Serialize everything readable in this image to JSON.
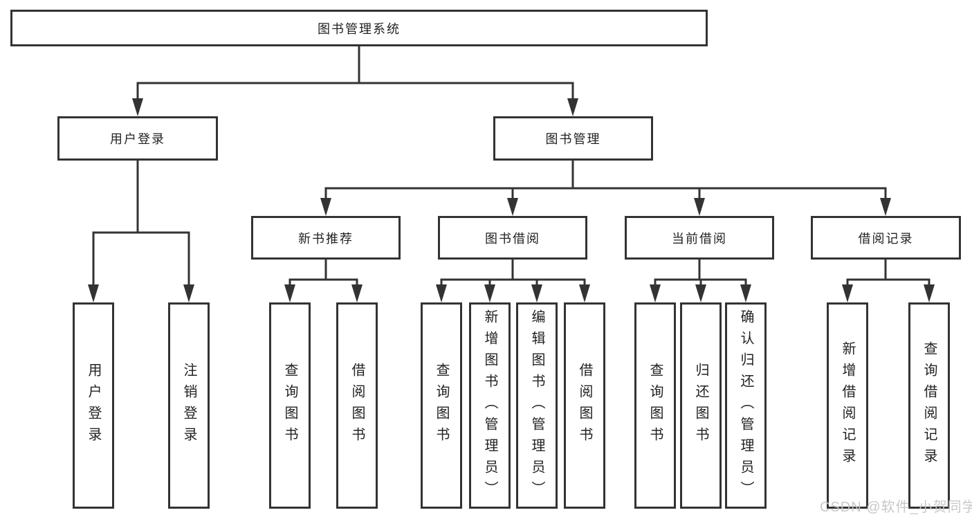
{
  "tree": {
    "label": "图书管理系统",
    "children": [
      {
        "label": "用户登录",
        "children": [
          {
            "label": "用户登录"
          },
          {
            "label": "注销登录"
          }
        ]
      },
      {
        "label": "图书管理",
        "children": [
          {
            "label": "新书推荐",
            "children": [
              {
                "label": "查询图书"
              },
              {
                "label": "借阅图书"
              }
            ]
          },
          {
            "label": "图书借阅",
            "children": [
              {
                "label": "查询图书"
              },
              {
                "label": "新增图书（管理员）"
              },
              {
                "label": "编辑图书（管理员）"
              },
              {
                "label": "借阅图书"
              }
            ]
          },
          {
            "label": "当前借阅",
            "children": [
              {
                "label": "查询图书"
              },
              {
                "label": "归还图书"
              },
              {
                "label": "确认归还（管理员）"
              }
            ]
          },
          {
            "label": "借阅记录",
            "children": [
              {
                "label": "新增借阅记录"
              },
              {
                "label": "查询借阅记录"
              }
            ]
          }
        ]
      }
    ]
  },
  "watermark": "CSDN @软件_小贺同学",
  "colors": {
    "line": "#333333",
    "box_fill": "#ffffff",
    "text": "#222222",
    "watermark": "#c6c6c6"
  }
}
